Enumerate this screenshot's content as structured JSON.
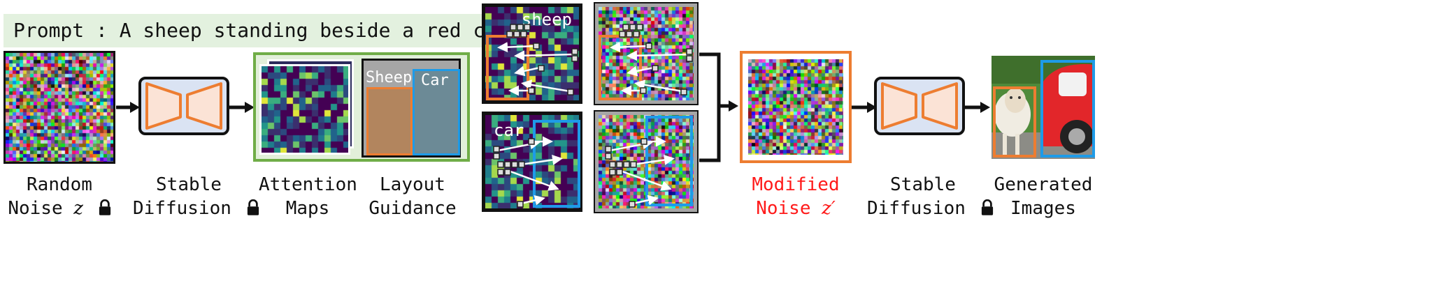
{
  "prompt": {
    "label": "Prompt : A sheep standing beside a red car"
  },
  "tokens": {
    "sheep": "sheep",
    "car": "car"
  },
  "layout": {
    "sheep": "Sheep",
    "car": "Car"
  },
  "captions": {
    "random_noise_l1": "Random",
    "random_noise_l2": "Noise",
    "random_noise_var": "z",
    "sd1_l1": "Stable",
    "sd1_l2": "Diffusion",
    "attention_l1": "Attention",
    "attention_l2": "Maps",
    "layout_l1": "Layout",
    "layout_l2": "Guidance",
    "modified_l1": "Modified",
    "modified_l2": "Noise",
    "modified_var": "z′",
    "sd2_l1": "Stable",
    "sd2_l2": "Diffusion",
    "generated_l1": "Generated",
    "generated_l2": "Images"
  },
  "colors": {
    "orange": "#ed7d31",
    "blue": "#1e9be8",
    "green_frame": "#70ad47",
    "caption_red": "#ff1a1a",
    "prompt_bg": "#e3f1df",
    "unet_fill": "#fbe3d6",
    "unet_bg": "#dae3f3"
  },
  "icons": [
    "lock-icon",
    "arrow-right-icon",
    "unet-icon"
  ]
}
